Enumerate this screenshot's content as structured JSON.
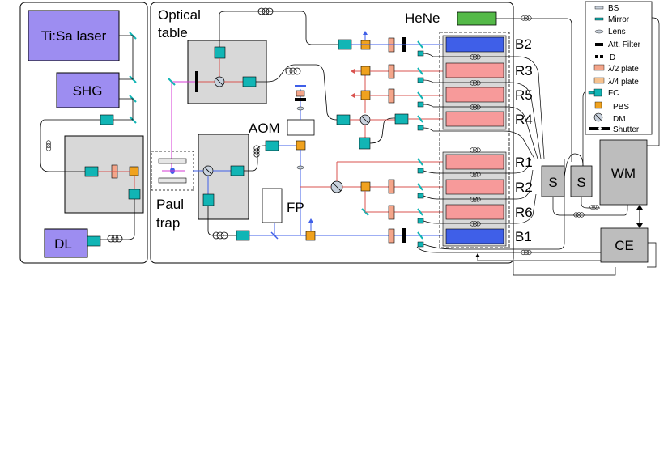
{
  "boxes": {
    "tisa": "Ti:Sa laser",
    "shg": "SHG",
    "dl": "DL",
    "aom": "AOM",
    "fp": "FP",
    "wm": "WM",
    "ce": "CE",
    "s1": "S",
    "s2": "S",
    "hene": "HeNe"
  },
  "areas": {
    "optical_table_line1": "Optical",
    "optical_table_line2": "table",
    "paul_line1": "Paul",
    "paul_line2": "trap"
  },
  "channels": [
    "B2",
    "R3",
    "R5",
    "R4",
    "R1",
    "R2",
    "R6",
    "B1"
  ],
  "legend": {
    "items": [
      "BS",
      "Mirror",
      "Lens",
      "Att. Filter",
      "D",
      "λ/2 plate",
      "λ/4 plate",
      "FC",
      "PBS",
      "DM",
      "Shutter"
    ]
  },
  "colors": {
    "laser_box": "#9d8df1",
    "gray_box": "#d8d8d8",
    "blue_cell": "#3f5fe8",
    "red_cell": "#f79a9a",
    "hene": "#54b948",
    "fiber_coupler": "#11b5b5",
    "pbs": "#f0a21f",
    "red_beam": "#d9534f",
    "blue_beam": "#3f5fe8",
    "magenta_beam": "#d63ad6",
    "half_wave": "#f4a58a",
    "quarter_wave": "#f6c28f"
  }
}
